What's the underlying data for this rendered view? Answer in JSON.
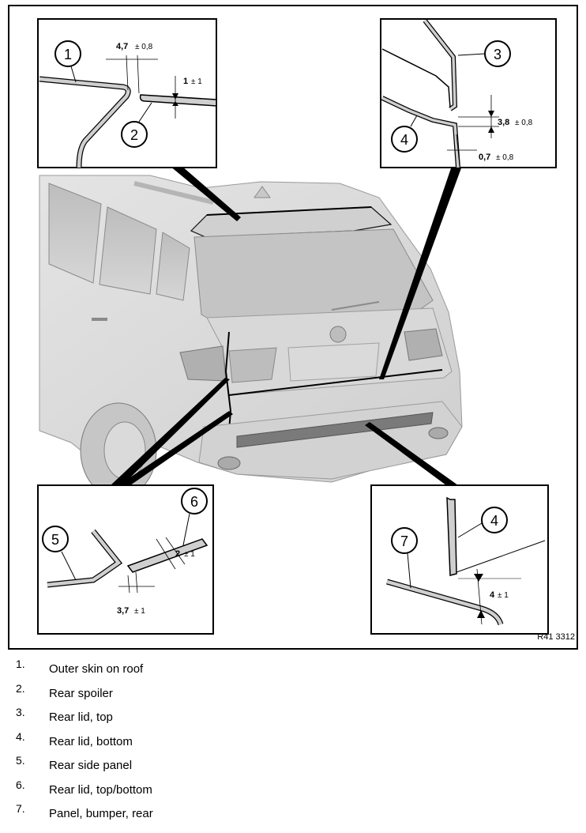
{
  "drawing_code": "R41 3312",
  "callouts": {
    "c1": "1",
    "c2": "2",
    "c3": "3",
    "c4": "4",
    "c5": "5",
    "c6": "6",
    "c7": "7",
    "c4b": "4"
  },
  "dimensions": {
    "d1_value": "4,7",
    "d1_tol": "± 0,8",
    "d2_value": "1",
    "d2_tol": "± 1",
    "d3_value": "3,8",
    "d3_tol": "± 0,8",
    "d4_value": "0,7",
    "d4_tol": "± 0,8",
    "d5_value": "2",
    "d5_tol": "± 1",
    "d6_value": "3,7",
    "d6_tol": "± 1",
    "d7_value": "4",
    "d7_tol": "± 1"
  },
  "legend": [
    {
      "num": "1.",
      "text": "Outer skin on roof"
    },
    {
      "num": "2.",
      "text": "Rear spoiler"
    },
    {
      "num": "3.",
      "text": "Rear lid, top"
    },
    {
      "num": "4.",
      "text": "Rear lid, bottom"
    },
    {
      "num": "5.",
      "text": "Rear side panel"
    },
    {
      "num": "6.",
      "text": "Rear lid, top/bottom"
    },
    {
      "num": "7.",
      "text": "Panel, bumper, rear"
    }
  ]
}
